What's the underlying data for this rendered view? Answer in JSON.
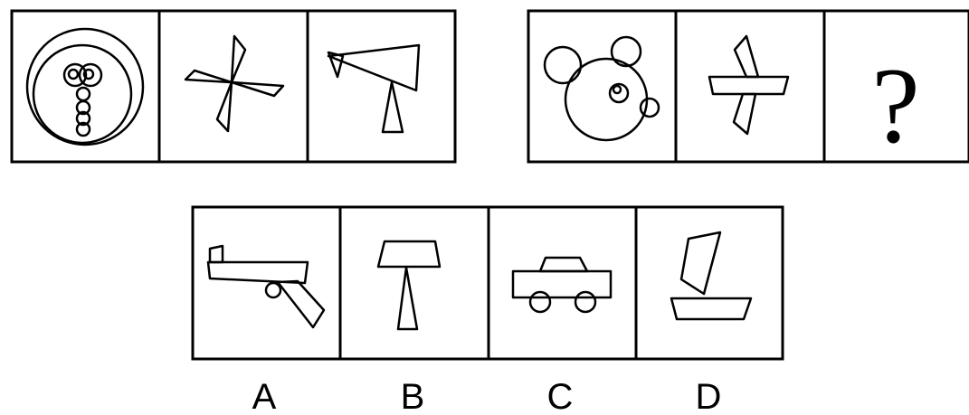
{
  "question_mark": "?",
  "options": [
    {
      "letter": "A"
    },
    {
      "letter": "B"
    },
    {
      "letter": "C"
    },
    {
      "letter": "D"
    }
  ]
}
